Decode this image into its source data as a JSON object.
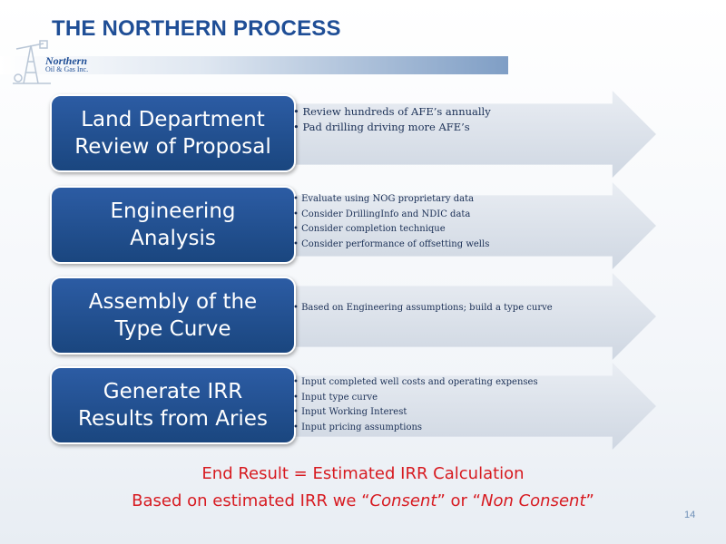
{
  "title": "THE NORTHERN PROCESS",
  "logo": {
    "line1": "Northern",
    "line2": "Oil & Gas Inc."
  },
  "steps": [
    {
      "label_line1": "Land Department",
      "label_line2": "Review of Proposal",
      "bullets": [
        "Review hundreds of AFE’s annually",
        "Pad drilling driving more AFE’s"
      ]
    },
    {
      "label_line1": "Engineering",
      "label_line2": "Analysis",
      "bullets": [
        "Evaluate using NOG proprietary data",
        "Consider DrillingInfo and NDIC data",
        "Consider completion technique",
        "Consider performance of offsetting wells"
      ]
    },
    {
      "label_line1": "Assembly of the",
      "label_line2": "Type Curve",
      "bullets": [
        "Based on Engineering assumptions; build a type curve"
      ]
    },
    {
      "label_line1": "Generate IRR",
      "label_line2": "Results from Aries",
      "bullets": [
        "Input completed well costs and operating expenses",
        "Input type curve",
        "Input Working Interest",
        "Input pricing assumptions"
      ]
    }
  ],
  "end_result": {
    "line1": "End Result = Estimated IRR Calculation",
    "line2_prefix": "Based on estimated IRR we “",
    "consent": "Consent",
    "line2_middle": "” or “",
    "non_consent": "Non Consent",
    "line2_suffix": "”"
  },
  "page_number": "14",
  "colors": {
    "title": "#1f4e96",
    "box": "#24528f",
    "end_result": "#d71a20"
  }
}
